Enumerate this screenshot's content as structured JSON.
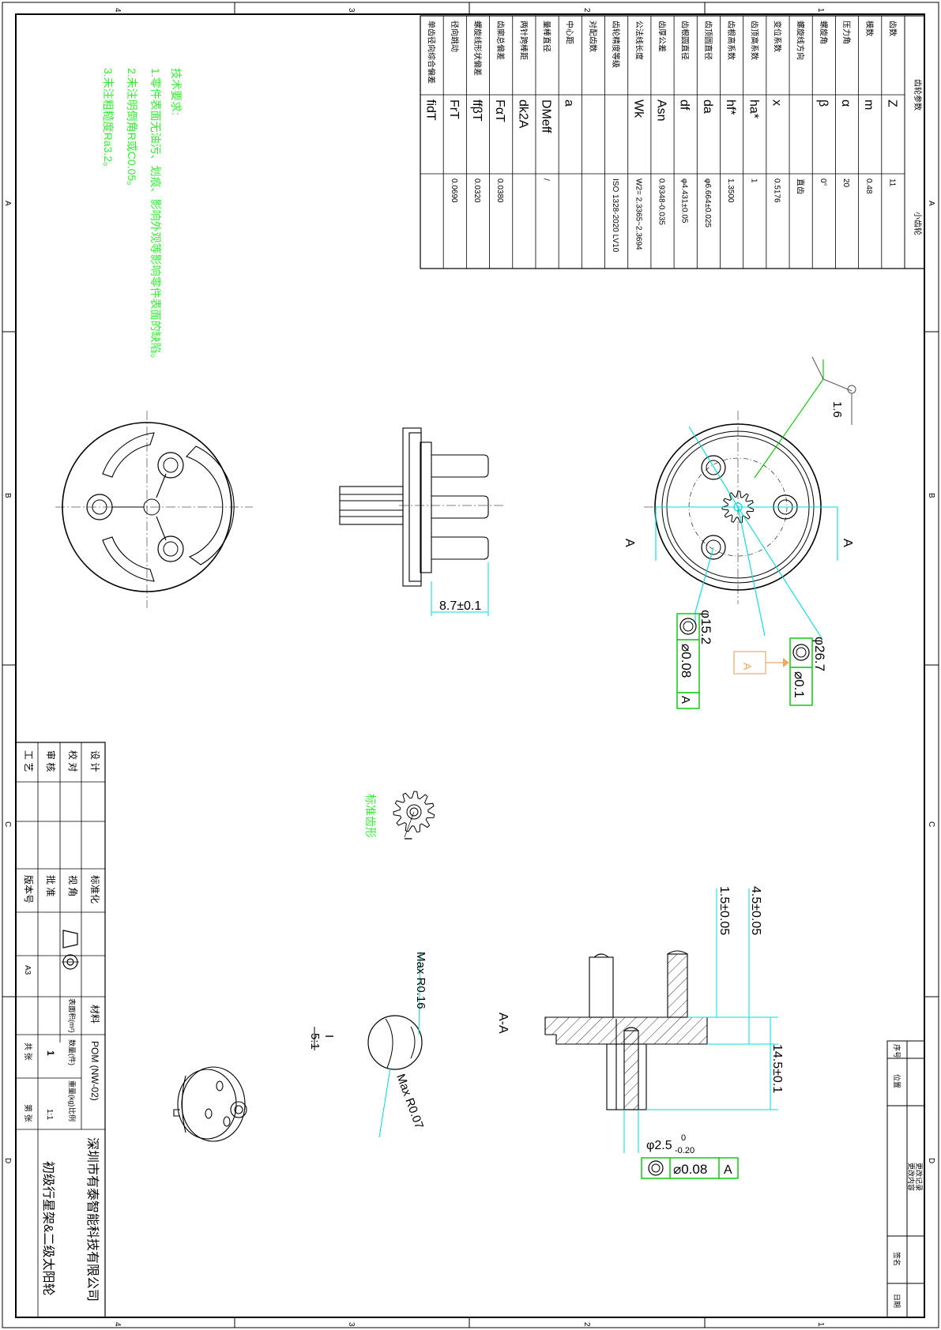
{
  "sheet": {
    "zone_cols": [
      "1",
      "2",
      "3",
      "4"
    ],
    "zone_rows": [
      "A",
      "B",
      "C",
      "D"
    ]
  },
  "gear_table": {
    "header_left": "齿轮参数",
    "header_right": "小齿轮",
    "rows": [
      [
        "齿数",
        "Z",
        "11"
      ],
      [
        "模数",
        "m",
        "0.48"
      ],
      [
        "压力角",
        "α",
        "20"
      ],
      [
        "螺旋角",
        "β",
        "0°"
      ],
      [
        "螺旋线方向",
        "",
        "直齿"
      ],
      [
        "变位系数",
        "x",
        "0.5176"
      ],
      [
        "齿顶高系数",
        "ha*",
        "1"
      ],
      [
        "齿根高系数",
        "hf*",
        "1.3500"
      ],
      [
        "齿顶圆直径",
        "da",
        "φ6.664±0.025"
      ],
      [
        "齿根圆直径",
        "df",
        "φ4.431±0.05"
      ],
      [
        "齿厚公差",
        "Asn",
        "0.9348-0.035"
      ],
      [
        "公法线长度",
        "Wk",
        "W2= 2.3365~2.3694"
      ],
      [
        "齿轮精度等级",
        "",
        "ISO 1328-2020 LV10"
      ],
      [
        "对配齿数",
        "",
        ""
      ],
      [
        "中心距",
        "a",
        ""
      ],
      [
        "量棒直径",
        "DMeff",
        "/"
      ],
      [
        "两针跨棒距",
        "dk2A",
        ""
      ],
      [
        "齿廓总偏差",
        "FαT",
        "0.0380"
      ],
      [
        "螺旋线形状偏差",
        "ffβT",
        "0.0320"
      ],
      [
        "径向跳动",
        "FrT",
        "0.0690"
      ],
      [
        "单齿径向综合偏差",
        "fidT",
        ""
      ]
    ]
  },
  "tech_req": {
    "title": "技术要求:",
    "items": [
      "1.零件表面无油污、划痕、影响外观等影响零件表面的缺陷。",
      "2.未注明倒角R或C0.05。",
      "3.未注粗糙度Ra3.2。"
    ]
  },
  "dims": {
    "roughness": "1.6",
    "section_mark": "A",
    "section_title": "A-A",
    "d_outer": "φ26.7",
    "d_pitch": "φ15.2",
    "tol_runout_1": "⌀0.1",
    "tol_runout_2": "⌀0.08",
    "tol_runout_3": "⌀0.08",
    "datum": "A",
    "len_flange": "8.7±0.1",
    "h_45": "4.5±0.05",
    "h_15": "1.5±0.05",
    "h_145": "14.5±0.1",
    "d_pin": "φ2.5",
    "d_pin_tol_up": "0",
    "d_pin_tol_dn": "-0.20",
    "detail_label": "I",
    "detail_scale": "5:1",
    "max_r1": "Max R0.16",
    "max_r2": "Max R0.07",
    "gear_label": "标准齿形",
    "detail_ref": "I"
  },
  "title_block": {
    "left_labels": [
      "设 计",
      "校 对",
      "审 核",
      "工 艺"
    ],
    "mid_labels": [
      "标准化",
      "视 角",
      "批 准",
      "版本号"
    ],
    "material_label": "材料",
    "material": "POM (NW-02)",
    "area_label": "表面积(m²)",
    "qty_label": "数量(件)",
    "weight_label": "重量(kg)",
    "scale_label": "比例",
    "qty": "1",
    "scale": "1:1",
    "size": "A3",
    "sheets_total": "共 张",
    "sheet_no": "第 张",
    "company": "深圳市有泰智能科技有限公司",
    "part_name": "初级行星架&二级太阳轮"
  },
  "revision": {
    "title": "更改记录",
    "sub": "更改内容",
    "cols": [
      "序号",
      "位置",
      "签名",
      "日期"
    ]
  },
  "colors": {
    "line": "#000000",
    "cyan": "#00dcdc",
    "green": "#00c800",
    "tech_green": "#33ee33",
    "datum_orange": "#f0a860"
  }
}
